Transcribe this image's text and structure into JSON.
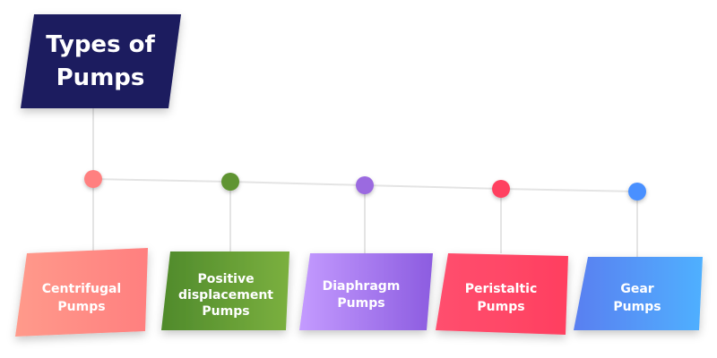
{
  "title": {
    "line1": "Types of",
    "line2": "Pumps",
    "color": "#1a1a5e"
  },
  "categories": [
    {
      "lines": [
        "Centrifugal",
        "Pumps"
      ],
      "gradient": [
        "#ff9a8b",
        "#ff7f7f"
      ],
      "dot": "#ff8080"
    },
    {
      "lines": [
        "Positive",
        "displacement",
        "Pumps"
      ],
      "gradient": [
        "#4f8a2b",
        "#7bb03f"
      ],
      "dot": "#5f9430"
    },
    {
      "lines": [
        "Diaphragm",
        "Pumps"
      ],
      "gradient": [
        "#c49bff",
        "#8c5ce0"
      ],
      "dot": "#9b6ae0"
    },
    {
      "lines": [
        "Peristaltic",
        "Pumps"
      ],
      "gradient": [
        "#ff4f6e",
        "#ff3f60"
      ],
      "dot": "#ff4060"
    },
    {
      "lines": [
        "Gear",
        "Pumps"
      ],
      "gradient": [
        "#5a7ff0",
        "#4fb0ff"
      ],
      "dot": "#4a90ff"
    }
  ]
}
